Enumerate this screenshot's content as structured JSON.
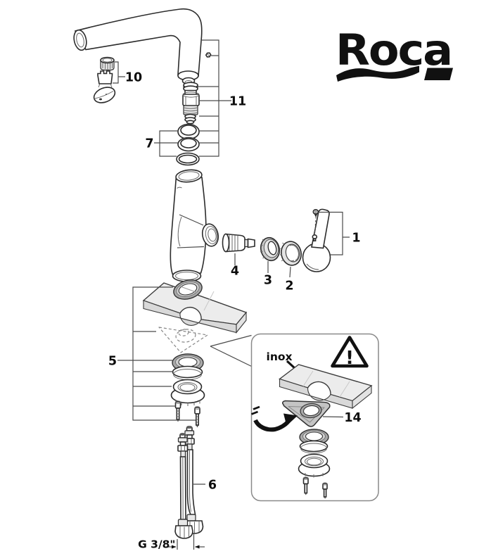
{
  "logo": {
    "text": "Roca"
  },
  "parts": {
    "p1": "1",
    "p2": "2",
    "p3": "3",
    "p4": "4",
    "p5": "5",
    "p6": "6",
    "p7": "7",
    "p10": "10",
    "p11": "11",
    "p14": "14"
  },
  "annotations": {
    "inox": "inox",
    "thread_size": "G 3/8\"",
    "warning": "!"
  },
  "colors": {
    "ink": "#111111",
    "outline": "#2b2b2b",
    "leader": "#4a4a4a",
    "plate_top": "#ececec",
    "plate_front": "#d9d9d9",
    "plate_side": "#e2e2e2",
    "ring_gray": "#a8a8a8",
    "ring_mid": "#cfcfcf",
    "gasket_gray": "#c4c4c4",
    "inset_border": "#8a8a8a",
    "background": "#ffffff"
  }
}
